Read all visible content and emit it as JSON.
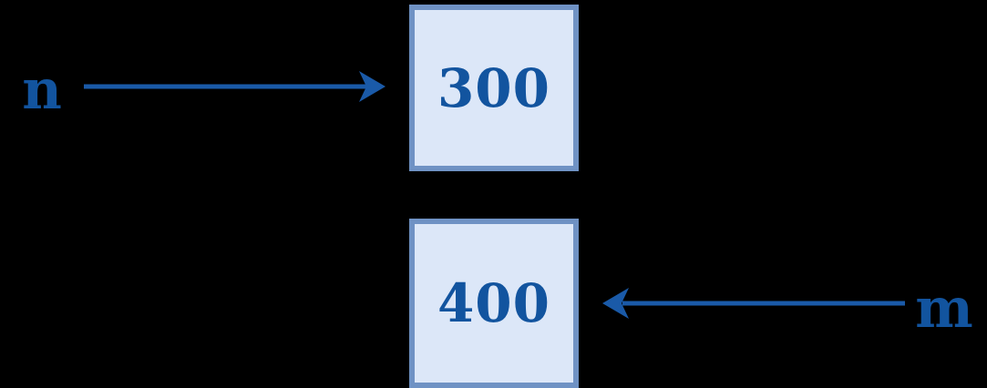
{
  "colors": {
    "background": "#000000",
    "box_fill": "#dce7f8",
    "box_border": "#6f92c4",
    "value_text": "#12549f",
    "label_text": "#12549f",
    "arrow": "#1a5aa8"
  },
  "diagram": {
    "variables": [
      {
        "label": "n",
        "value": "300",
        "arrow_direction": "right"
      },
      {
        "label": "m",
        "value": "400",
        "arrow_direction": "left"
      }
    ]
  }
}
